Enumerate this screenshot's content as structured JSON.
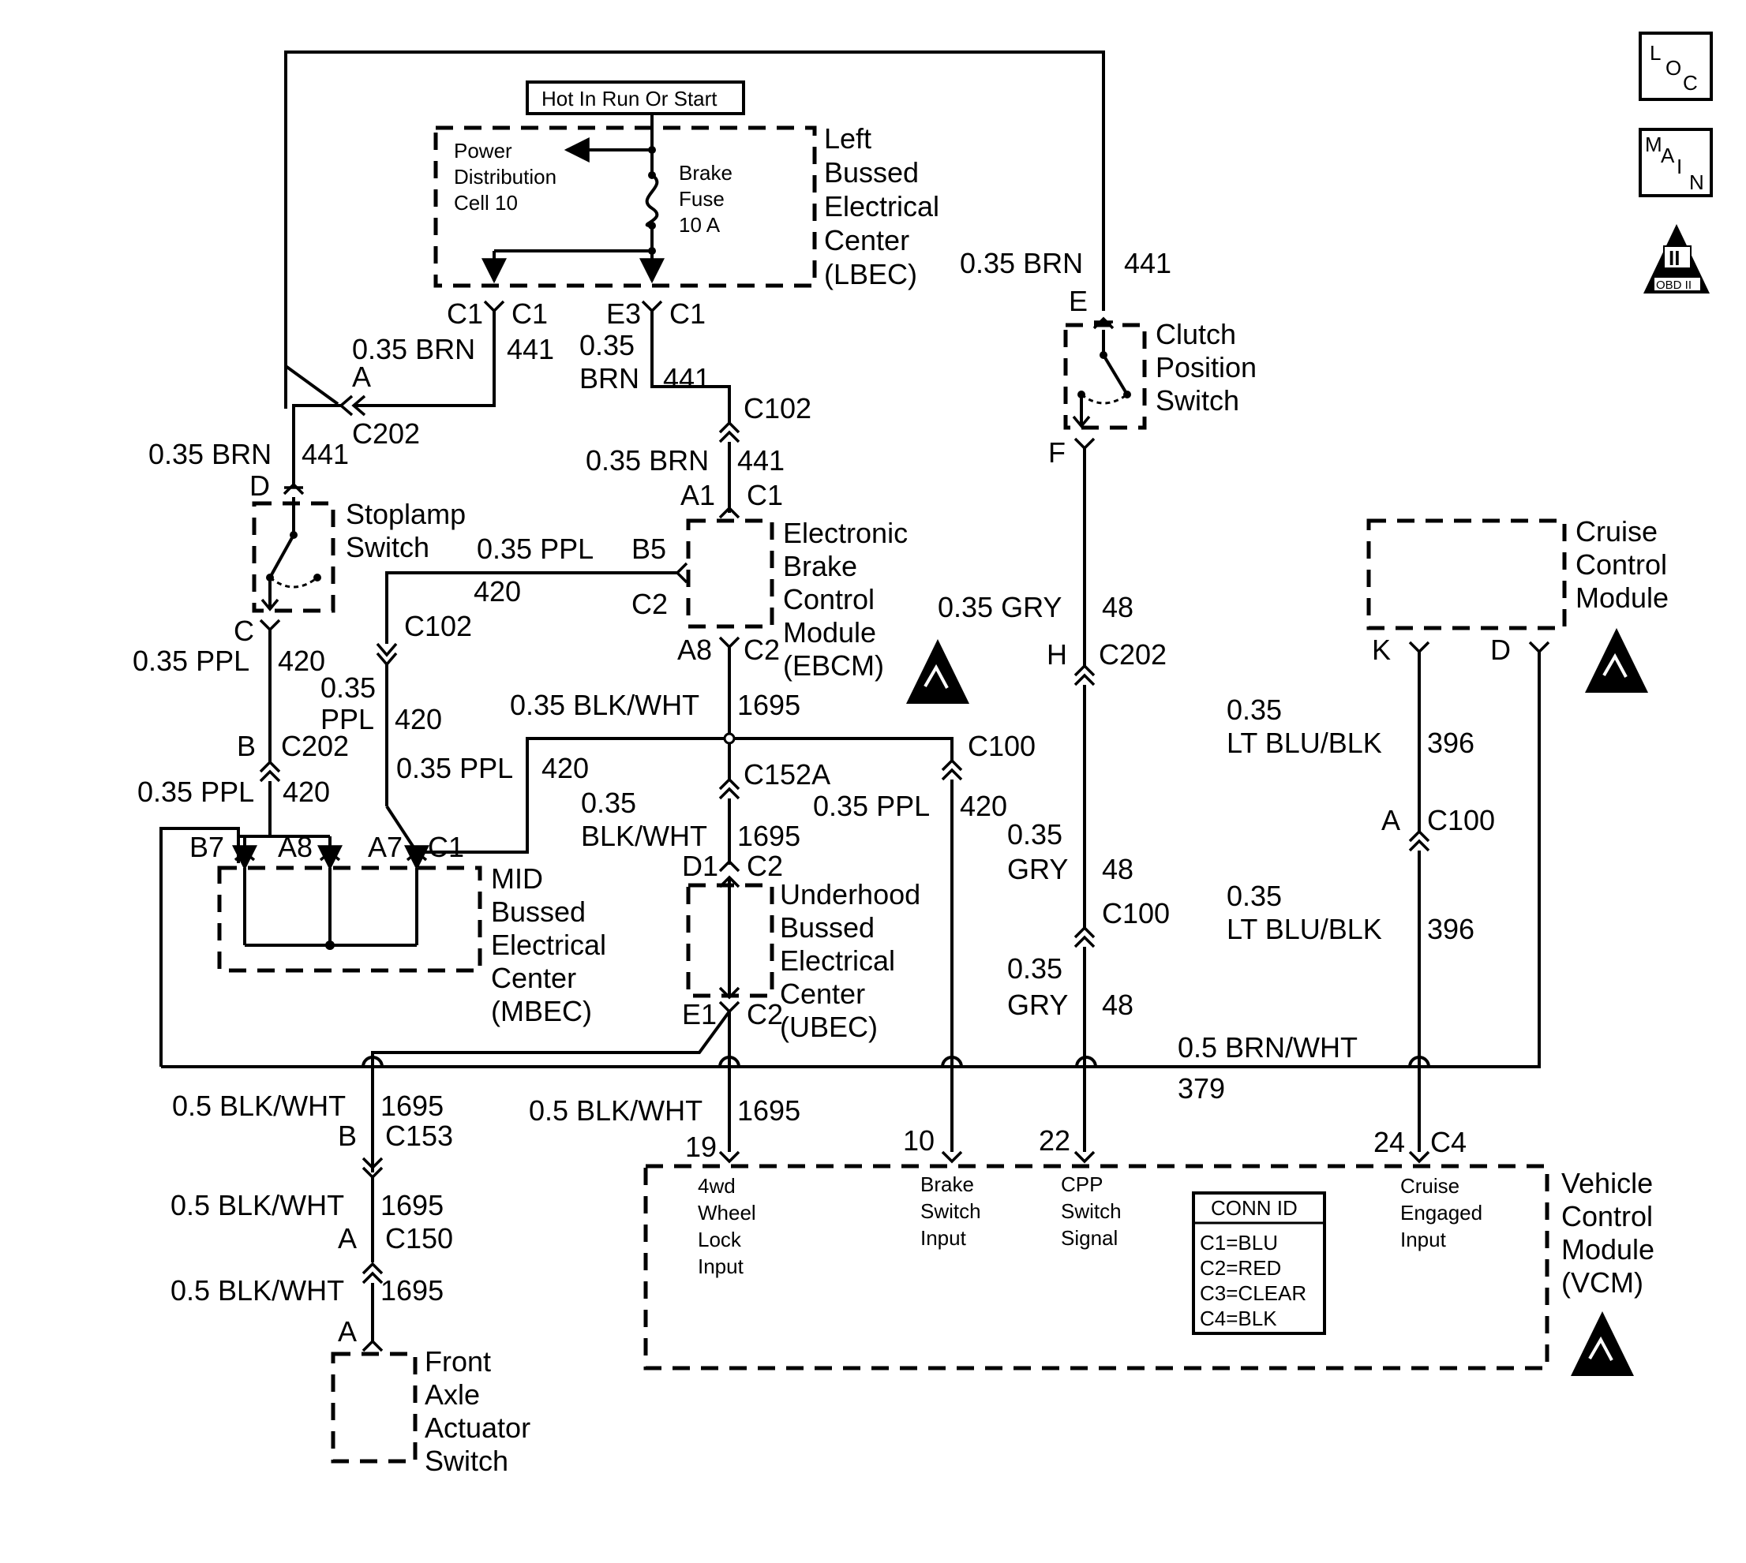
{
  "hot_label": "Hot In Run Or Start",
  "icons": {
    "loc": [
      "L",
      "O",
      "C"
    ],
    "main": [
      "M",
      "A",
      "I",
      "N"
    ],
    "obd": "OBD II"
  },
  "lbec": {
    "title": [
      "Left",
      "Bussed",
      "Electrical",
      "Center",
      "(LBEC)"
    ],
    "cell": [
      "Power",
      "Distribution",
      "Cell 10"
    ],
    "fuse": [
      "Brake",
      "Fuse",
      "10 A"
    ],
    "conn_left": [
      "C1",
      "C1"
    ],
    "conn_right": [
      "E3",
      "C1"
    ]
  },
  "clutch": {
    "title": [
      "Clutch",
      "Position",
      "Switch"
    ],
    "wire_top": [
      "0.35 BRN",
      "441"
    ],
    "pin_top": "E",
    "pin_bottom": "F"
  },
  "stoplamp": {
    "title": [
      "Stoplamp",
      "Switch"
    ],
    "pin_top": "D",
    "pin_bottom": "C"
  },
  "ebcm": {
    "title": [
      "Electronic",
      "Brake",
      "Control",
      "Module",
      "(EBCM)"
    ],
    "pins": {
      "a1": "A1",
      "c1": "C1",
      "b5": "B5",
      "c2l": "C2",
      "a8": "A8",
      "c2b": "C2"
    }
  },
  "cruise": {
    "title": [
      "Cruise",
      "Control",
      "Module"
    ],
    "pin_k": "K",
    "pin_d": "D"
  },
  "mbec": {
    "title": [
      "MID",
      "Bussed",
      "Electrical",
      "Center",
      "(MBEC)"
    ],
    "pins": [
      "B7",
      "A8",
      "A7",
      "C1"
    ]
  },
  "ubec": {
    "title": [
      "Underhood",
      "Bussed",
      "Electrical",
      "Center",
      "(UBEC)"
    ],
    "pins": [
      "D1",
      "C2",
      "E1",
      "C2"
    ]
  },
  "front_axle": {
    "title": [
      "Front",
      "Axle",
      "Actuator",
      "Switch"
    ],
    "pin": "A"
  },
  "vcm": {
    "title": [
      "Vehicle",
      "Control",
      "Module",
      "(VCM)"
    ],
    "pins": [
      {
        "num": "19",
        "label": [
          "4wd",
          "Wheel",
          "Lock",
          "Input"
        ]
      },
      {
        "num": "10",
        "label": [
          "Brake",
          "Switch",
          "Input"
        ]
      },
      {
        "num": "22",
        "label": [
          "CPP",
          "Switch",
          "Signal"
        ]
      },
      {
        "num": "24",
        "label": [
          "Cruise",
          "Engaged",
          "Input"
        ]
      }
    ],
    "conn_c4": "C4",
    "conn_id": {
      "title": "CONN ID",
      "rows": [
        "C1=BLU",
        "C2=RED",
        "C3=CLEAR",
        "C4=BLK"
      ]
    }
  },
  "wires": {
    "w1": [
      "0.35 BRN",
      "441"
    ],
    "w2": [
      "0.35",
      "BRN",
      "441"
    ],
    "w3": [
      "0.35 BRN",
      "441"
    ],
    "w4": [
      "0.35 BRN",
      "441"
    ],
    "w5": [
      "0.35 PPL",
      "420"
    ],
    "w6": [
      "0.35 PPL",
      "420"
    ],
    "w7": [
      "0.35",
      "PPL",
      "420"
    ],
    "w8": [
      "0.35 PPL",
      "420"
    ],
    "w9": [
      "0.35 PPL",
      "420"
    ],
    "w10": [
      "0.35 BLK/WHT",
      "1695"
    ],
    "w11": [
      "0.35",
      "BLK/WHT",
      "1695"
    ],
    "w12": [
      "0.35 PPL",
      "420"
    ],
    "w13": [
      "0.35 GRY",
      "48"
    ],
    "w14": [
      "0.35",
      "GRY",
      "48"
    ],
    "w15": [
      "0.35",
      "GRY",
      "48"
    ],
    "w16": [
      "0.35",
      "LT BLU/BLK",
      "396"
    ],
    "w17": [
      "0.35",
      "LT BLU/BLK",
      "396"
    ],
    "w18": [
      "0.5 BRN/WHT",
      "379"
    ],
    "w19": [
      "0.5 BLK/WHT",
      "1695"
    ],
    "w20": [
      "0.5 BLK/WHT",
      "1695"
    ],
    "w21": [
      "0.5 BLK/WHT",
      "1695"
    ],
    "w22": [
      "0.5 BLK/WHT",
      "1695"
    ]
  },
  "connectors": {
    "c202_a": [
      "A",
      "C202"
    ],
    "c102_top": "C102",
    "c102_mid": "C102",
    "c202_b": [
      "B",
      "C202"
    ],
    "c202_h": [
      "H",
      "C202"
    ],
    "c100_brake": "C100",
    "c152a": "C152A",
    "c100_a": [
      "A",
      "C100"
    ],
    "c100_gry": "C100",
    "c153": [
      "B",
      "C153"
    ],
    "c150": [
      "A",
      "C150"
    ]
  }
}
